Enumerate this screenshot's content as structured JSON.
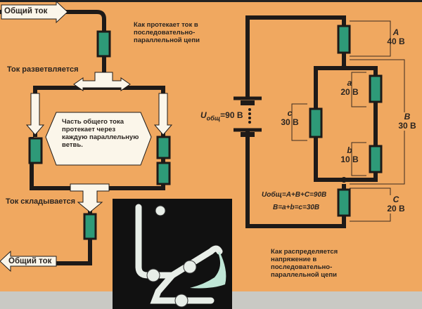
{
  "left_diagram": {
    "total_current_in": "Общий ток",
    "total_current_out": "Общий ток",
    "current_splits": "Ток разветвляется",
    "current_merges": "Ток складывается",
    "branch_note": "Часть общего тока протекает через каждую параллельную ветвь."
  },
  "right_diagram": {
    "title": "Как протекает ток в последовательно-параллельной цепи",
    "caption": "Как распределяется напряжение в последовательно-параллельной цепи",
    "supply": {
      "symbol": "U",
      "subscript": "общ",
      "value": "=90 В"
    },
    "resistors": [
      {
        "name": "A",
        "voltage": "40 В"
      },
      {
        "name": "a",
        "voltage": "20 В"
      },
      {
        "name": "c",
        "voltage": "30 В"
      },
      {
        "name": "b",
        "voltage": "10 В"
      },
      {
        "name": "B",
        "voltage": "30 В"
      },
      {
        "name": "C",
        "voltage": "20 В"
      }
    ],
    "formula_1": "Uобщ=A+B+C=90В",
    "formula_2": "B=a+b=c=30В"
  },
  "colors": {
    "background": "#f0a860",
    "resistor": "#2e9a78",
    "wire": "#1e1a18",
    "panel": "#111111"
  }
}
